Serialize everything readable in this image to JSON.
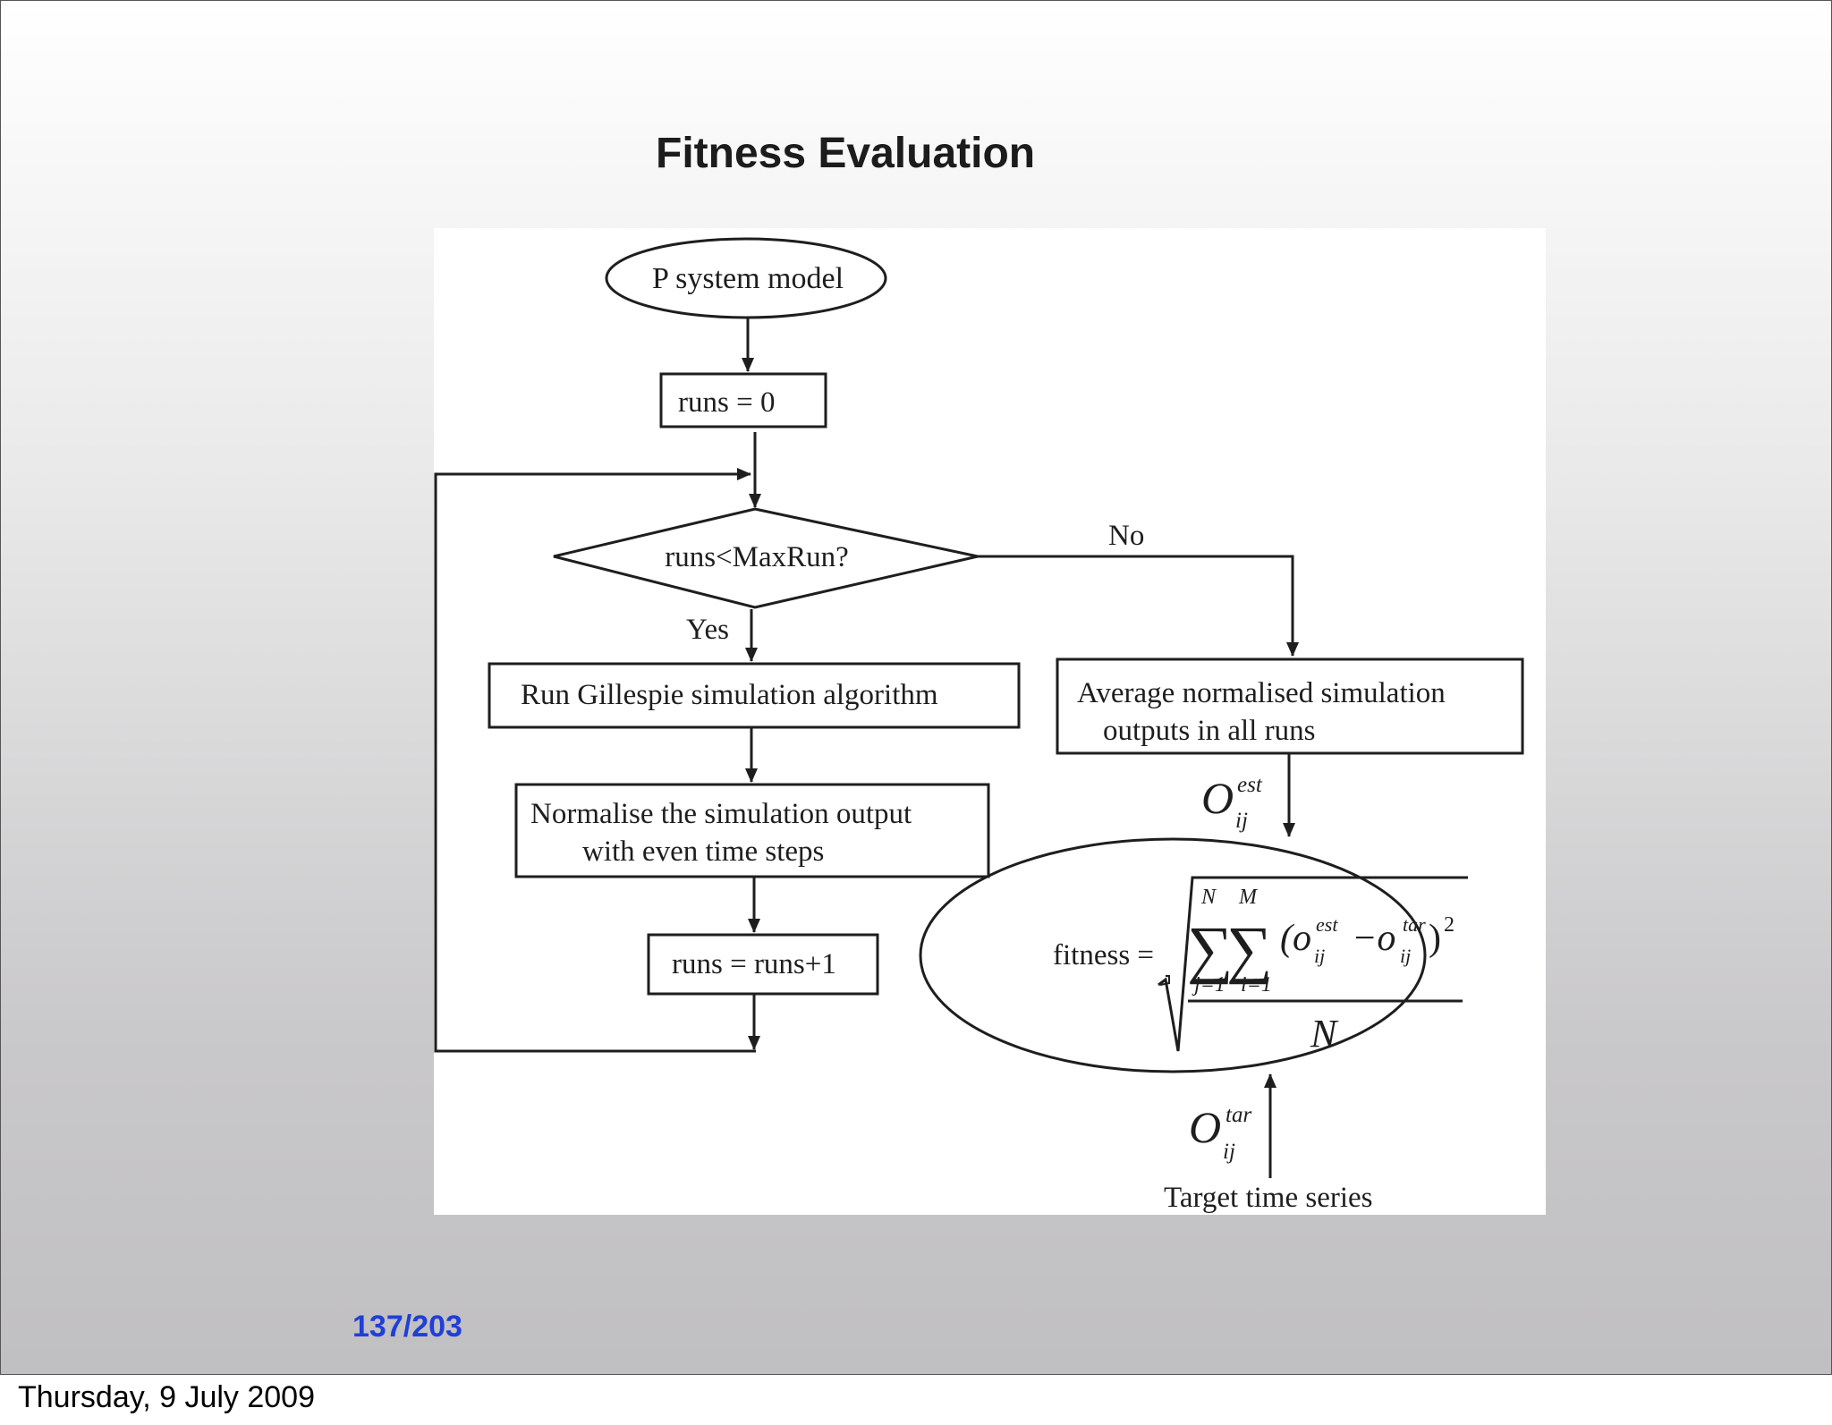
{
  "slide": {
    "title": "Fitness Evaluation",
    "page_current": "137",
    "page_separator": "/",
    "page_total": "203",
    "accent_color": "#1f3fd6"
  },
  "footer": {
    "date": "Thursday, 9 July 2009"
  },
  "diagram": {
    "start": "P system model",
    "init": "runs = 0",
    "decision": "runs<MaxRun?",
    "yes_label": "Yes",
    "no_label": "No",
    "simulate": "Run Gillespie simulation algorithm",
    "normalise_line1": "Normalise the simulation output",
    "normalise_line2": "with even time steps",
    "increment": "runs = runs+1",
    "average_line1": "Average normalised simulation",
    "average_line2": "outputs in all runs",
    "target": "Target time series",
    "o_est": {
      "base": "O",
      "sup": "est",
      "sub": "ij"
    },
    "o_tar": {
      "base": "O",
      "sup": "tar",
      "sub": "ij"
    },
    "formula": {
      "lhs": "fitness =",
      "sigma": "∑",
      "upper_outer": "N",
      "upper_inner": "M",
      "lower_outer": "j=1",
      "lower_inner": "i=1",
      "open_paren": "(o",
      "est_sup": "est",
      "est_sub": "ij",
      "minus_o": "−o",
      "tar_sup": "tar",
      "tar_sub": "ij",
      "close_paren": ")",
      "power": "2",
      "denominator": "N"
    }
  }
}
